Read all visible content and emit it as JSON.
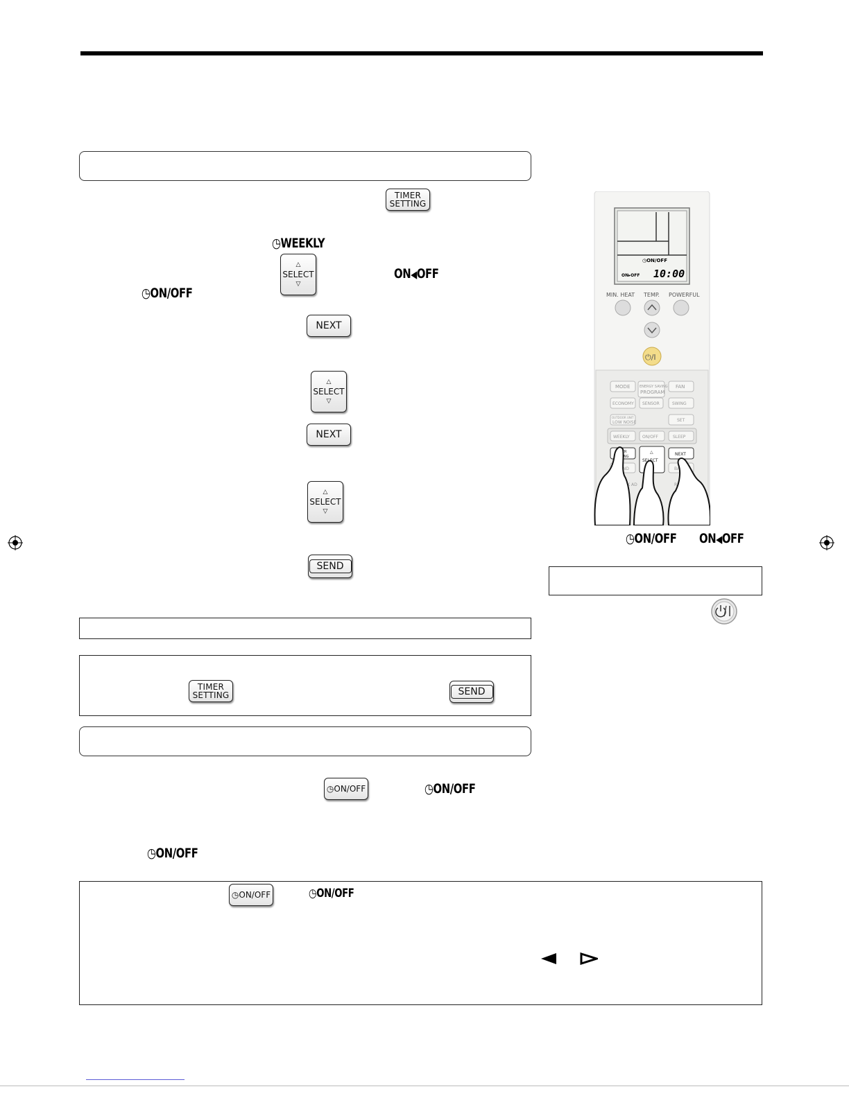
{
  "buttons": {
    "timer_setting_line1": "TIMER",
    "timer_setting_line2": "SETTING",
    "select": "SELECT",
    "next": "NEXT",
    "send": "SEND",
    "timer_onoff": "ON/OFF"
  },
  "indicators": {
    "weekly": "WEEKLY",
    "on_off": "ON/OFF",
    "on": "ON",
    "off": "OFF"
  },
  "remote": {
    "display_onoff": "ON/OFF",
    "display_time": "10:00",
    "display_on_off_small": "ON",
    "display_off_small": "OFF",
    "min_heat": "MIN. HEAT",
    "temp": "TEMP.",
    "powerful": "POWERFUL",
    "power_symbol": "⏻/I",
    "mode": "MODE",
    "energy_saving_program_1": "ENERGY SAVING",
    "energy_saving_program_2": "PROGRAM",
    "fan": "FAN",
    "economy": "ECONOMY",
    "sensor": "SENSOR",
    "swing": "SWING",
    "outdoor_unit_low_noise_1": "OUTDOOR UNIT",
    "outdoor_unit_low_noise_2": "LOW NOISE",
    "set": "SET",
    "weekly": "WEEKLY",
    "onoff": "ON/OFF",
    "sleep": "SLEEP",
    "timer_1": "TIMER",
    "timer_2": "SETTING",
    "select": "SELECT",
    "next": "NEXT",
    "send": "END",
    "back": "BA",
    "clock_adjust": "CK AD",
    "reset": "RES"
  }
}
